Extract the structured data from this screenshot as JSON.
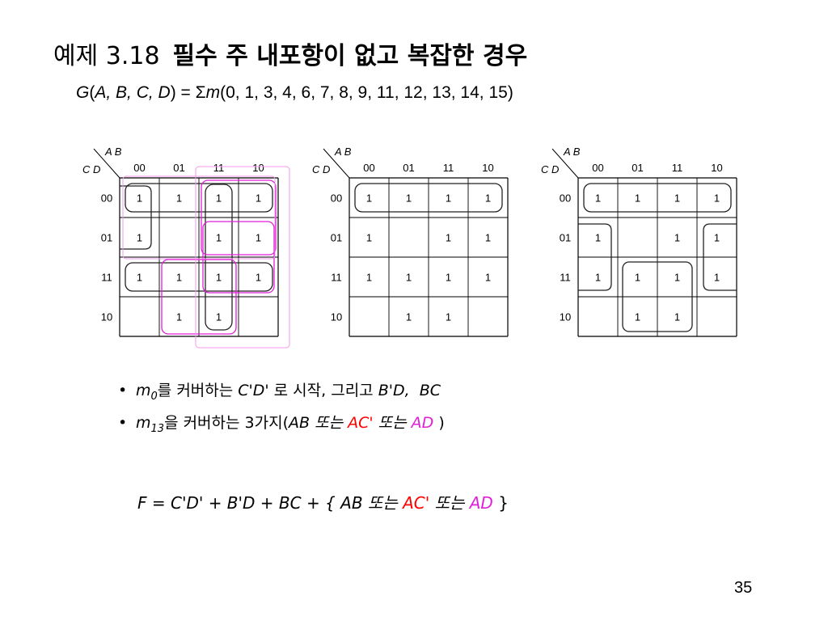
{
  "title": {
    "lead": "예제 3.18",
    "main": "필수 주 내포항이 없고 복잡한 경우"
  },
  "formula": {
    "fn": "G",
    "vars": "A, B, C, D",
    "eq": " = ",
    "sigma": "Σ",
    "m": "m",
    "minterms": "(0, 1, 3, 4, 6, 7, 8, 9, 11, 12, 13, 14, 15)"
  },
  "kmap": {
    "row_var": "C D",
    "col_var": "A B",
    "col_labels": [
      "00",
      "01",
      "11",
      "10"
    ],
    "row_labels": [
      "00",
      "01",
      "11",
      "10"
    ],
    "cell_value": "1",
    "cells": [
      [
        1,
        1,
        1,
        1
      ],
      [
        1,
        0,
        1,
        1
      ],
      [
        1,
        1,
        1,
        1
      ],
      [
        0,
        1,
        1,
        0
      ]
    ]
  },
  "colors": {
    "loop_dark": "#222222",
    "loop_pink": "#e01fd8",
    "loop_pink_light": "#f09ae8",
    "red": "#ff0000"
  },
  "bullets": {
    "line1": {
      "m": "m",
      "sub": "0",
      "t1": "를 커버하는 ",
      "term1": "C'D'",
      "t2": " 로 시작, 그리고  ",
      "term2": "B'D,",
      "sep": "  ",
      "term3": "BC"
    },
    "line2": {
      "m": "m",
      "sub": "13",
      "t1": "을 커버하는 3가지(",
      "ab": "AB",
      "or1": " 또는 ",
      "acp": "AC'",
      "or2": " 또는 ",
      "ad": "AD",
      "close": " )"
    }
  },
  "final": {
    "lhs": "F = C'D' + B'D + BC +  { ",
    "ab": "AB",
    "or1": " 또는 ",
    "acp": "AC'",
    "or2": " 또는 ",
    "ad": "AD",
    "close": " }"
  },
  "page_number": "35"
}
